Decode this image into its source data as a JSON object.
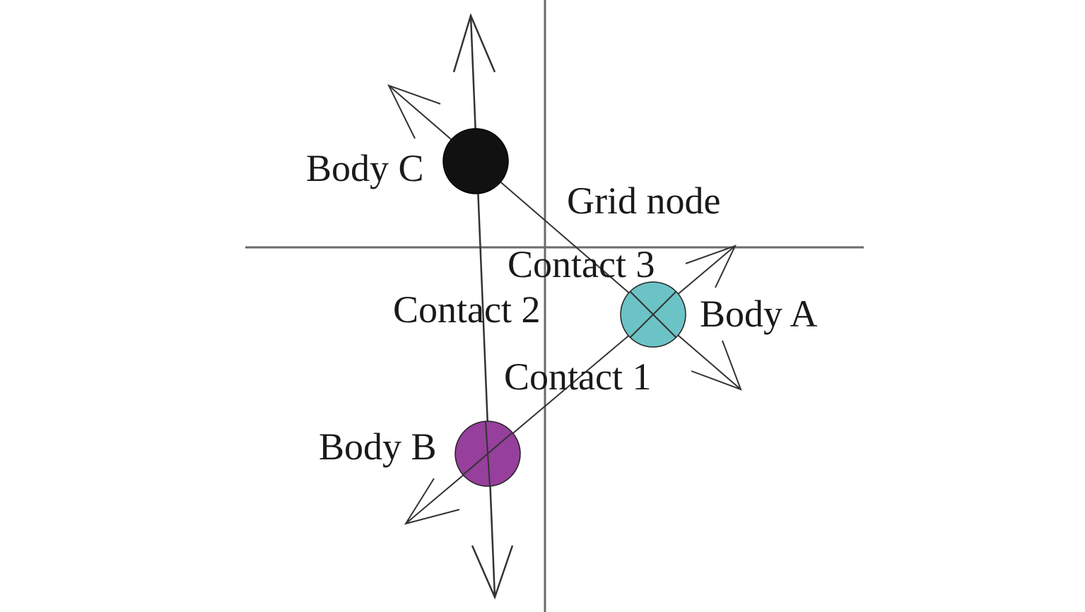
{
  "diagram": {
    "grid_label": "Grid node",
    "bodies": [
      {
        "id": "A",
        "label": "Body A",
        "color": "#6cc3c6"
      },
      {
        "id": "B",
        "label": "Body B",
        "color": "#963f9c"
      },
      {
        "id": "C",
        "label": "Body C",
        "color": "#111111"
      }
    ],
    "contacts": [
      {
        "label": "Contact 1",
        "between": [
          "A",
          "B"
        ]
      },
      {
        "label": "Contact 2",
        "between": [
          "B",
          "C"
        ]
      },
      {
        "label": "Contact 3",
        "between": [
          "A",
          "C"
        ]
      }
    ],
    "colors": {
      "grid_line": "#6b6b6b",
      "contact_line": "#333333"
    }
  }
}
